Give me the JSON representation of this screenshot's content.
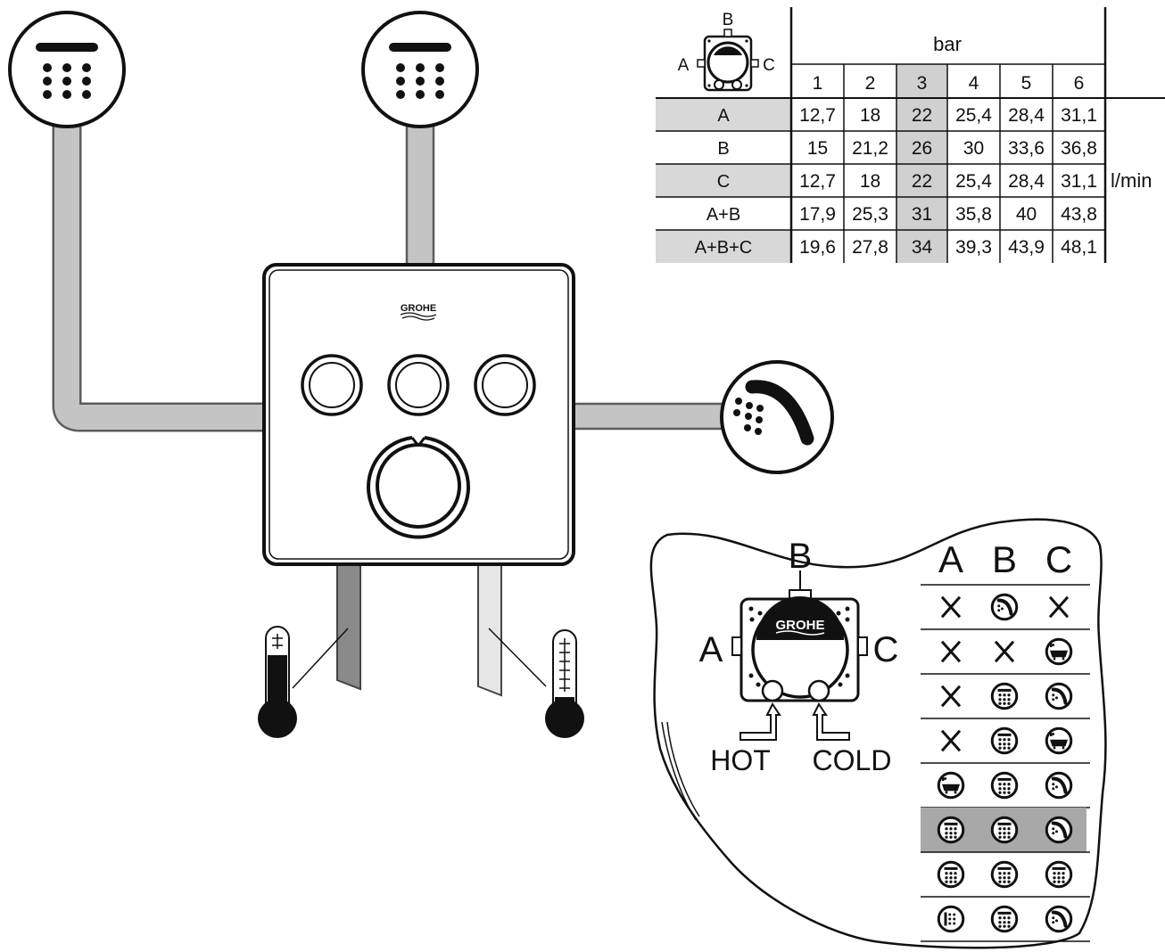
{
  "brand": "GROHE",
  "flow_table": {
    "unit_pressure": "bar",
    "unit_flow": "l/min",
    "pressures": [
      "1",
      "2",
      "3",
      "4",
      "5",
      "6"
    ],
    "highlight_column": 2,
    "outlet_labels": {
      "top": "B",
      "left": "A",
      "right": "C"
    },
    "rows": [
      {
        "label": "A",
        "values": [
          "12,7",
          "18",
          "22",
          "25,4",
          "28,4",
          "31,1"
        ],
        "shaded": true
      },
      {
        "label": "B",
        "values": [
          "15",
          "21,2",
          "26",
          "30",
          "33,6",
          "36,8"
        ],
        "shaded": false
      },
      {
        "label": "C",
        "values": [
          "12,7",
          "18",
          "22",
          "25,4",
          "28,4",
          "31,1"
        ],
        "shaded": true
      },
      {
        "label": "A+B",
        "values": [
          "17,9",
          "25,3",
          "31",
          "35,8",
          "40",
          "43,8"
        ],
        "shaded": false
      },
      {
        "label": "A+B+C",
        "values": [
          "19,6",
          "27,8",
          "34",
          "39,3",
          "43,9",
          "48,1"
        ],
        "shaded": true
      }
    ]
  },
  "config": {
    "valve_labels": {
      "top": "B",
      "left": "A",
      "right": "C"
    },
    "hot_label": "HOT",
    "cold_label": "COLD",
    "headers": [
      "A",
      "B",
      "C"
    ],
    "highlight_row": 5,
    "rows": [
      [
        "x",
        "hand",
        "x"
      ],
      [
        "x",
        "x",
        "bath"
      ],
      [
        "x",
        "head",
        "hand"
      ],
      [
        "x",
        "head",
        "bath"
      ],
      [
        "bath",
        "head",
        "hand"
      ],
      [
        "head",
        "head",
        "hand"
      ],
      [
        "head",
        "head",
        "head"
      ],
      [
        "body",
        "head",
        "hand"
      ]
    ]
  }
}
